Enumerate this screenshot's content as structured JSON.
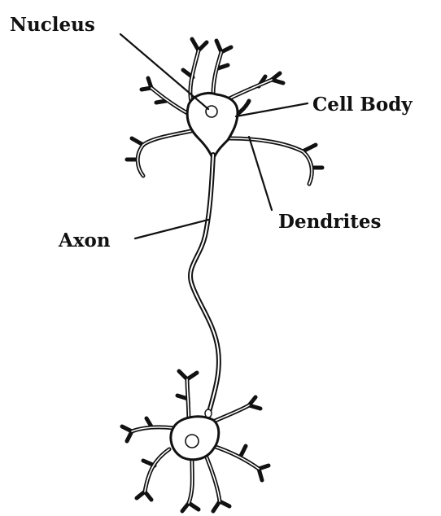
{
  "labels": {
    "nucleus": "Nucleus",
    "cell_body": "Cell Body",
    "dendrites": "Dendrites",
    "axon": "Axon"
  },
  "colors": {
    "ink": "#111111",
    "background": "#ffffff"
  }
}
